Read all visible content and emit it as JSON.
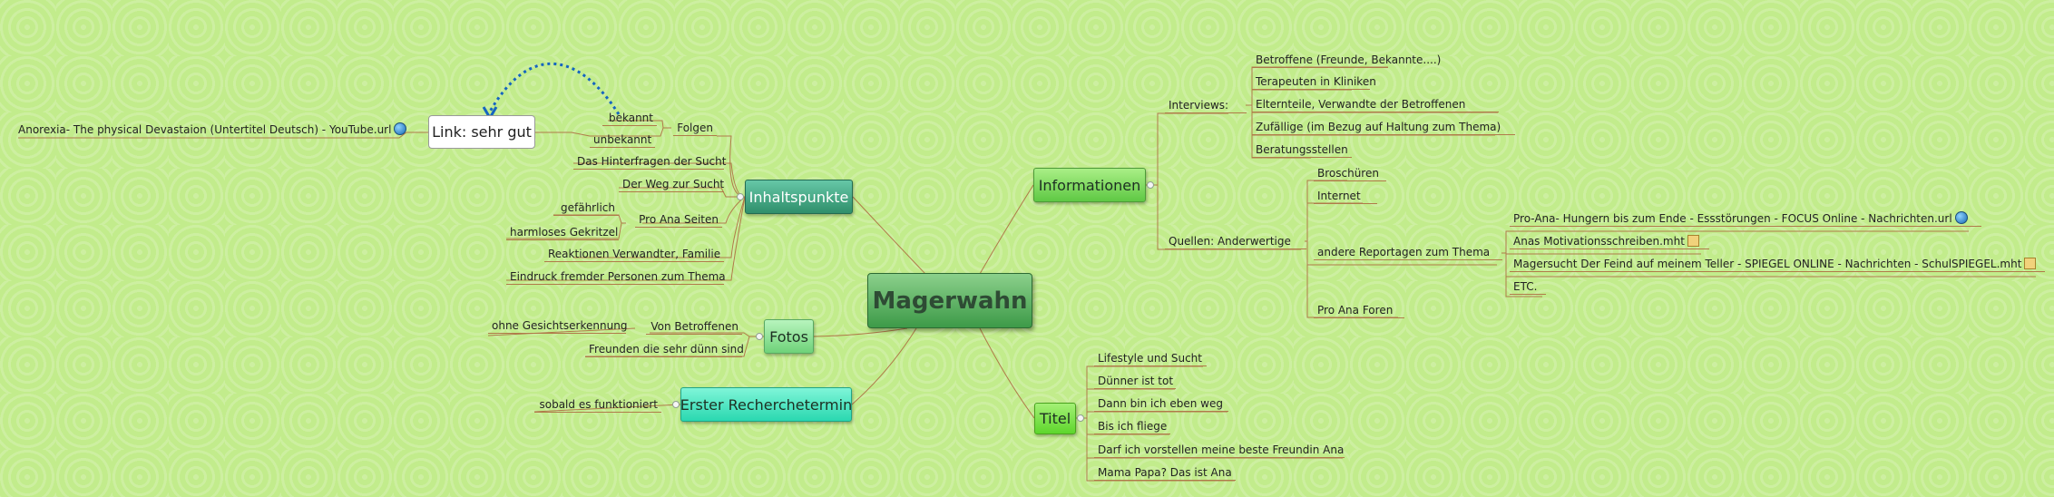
{
  "colors": {
    "background": "#c2ec8c",
    "branch_line": "#b07a4a",
    "link_arrow": "#1565c0"
  },
  "central": {
    "label": "Magerwahn"
  },
  "topics": {
    "inhaltspunkte": "Inhaltspunkte",
    "fotos": "Fotos",
    "erster": "Erster Recherchetermin",
    "informationen": "Informationen",
    "titel": "Titel"
  },
  "inhalt": {
    "folgen": "Folgen",
    "bekannt": "bekannt",
    "unbekannt": "unbekannt",
    "link_label": "Link: sehr gut",
    "anorexia": "Anorexia- The physical Devastaion (Untertitel Deutsch) - YouTube.url",
    "hinterfragen": "Das Hinterfragen der Sucht",
    "weg": "Der Weg zur Sucht",
    "pro_ana": "Pro Ana Seiten",
    "gefaehrlich": "gefährlich",
    "harmloses": "harmloses Gekritzel",
    "reaktionen": "Reaktionen Verwandter, Familie",
    "eindruck": "Eindruck fremder Personen zum Thema"
  },
  "fotos": {
    "von_betroffenen": "Von Betroffenen",
    "ohne": "ohne Gesichtserkennung",
    "freunden": "Freunden die sehr dünn sind"
  },
  "erster": {
    "sobald": "sobald es funktioniert"
  },
  "informationen": {
    "interviews": "Interviews:",
    "betroffene": "Betroffene (Freunde, Bekannte....)",
    "terapeuten": "Terapeuten in Kliniken",
    "elternteile": "Elternteile, Verwandte der Betroffenen",
    "zufaellige": "Zufällige (im Bezug auf Haltung zum Thema)",
    "beratung": "Beratungsstellen",
    "quellen": "Quellen: Anderwertige",
    "broschueren": "Broschüren",
    "internet": "Internet",
    "reportagen": "andere Reportagen zum Thema",
    "focus": "Pro-Ana- Hungern bis zum Ende - Essstörungen - FOCUS Online - Nachrichten.url",
    "anas": "Anas Motivationsschreiben.mht",
    "magersucht": "Magersucht Der Feind auf meinem Teller - SPIEGEL ONLINE - Nachrichten - SchulSPIEGEL.mht",
    "etc": "ETC.",
    "pro_ana_foren": "Pro Ana Foren"
  },
  "titel": {
    "lifestyle": "Lifestyle und Sucht",
    "duenner": "Dünner ist tot",
    "dann": "Dann bin ich eben weg",
    "bis": "Bis ich fliege",
    "darf": "Darf ich vorstellen meine beste Freundin Ana",
    "mama": "Mama Papa? Das ist Ana"
  },
  "icons": {
    "url_attachment": "globe-icon",
    "mht_attachment": "document-icon"
  }
}
